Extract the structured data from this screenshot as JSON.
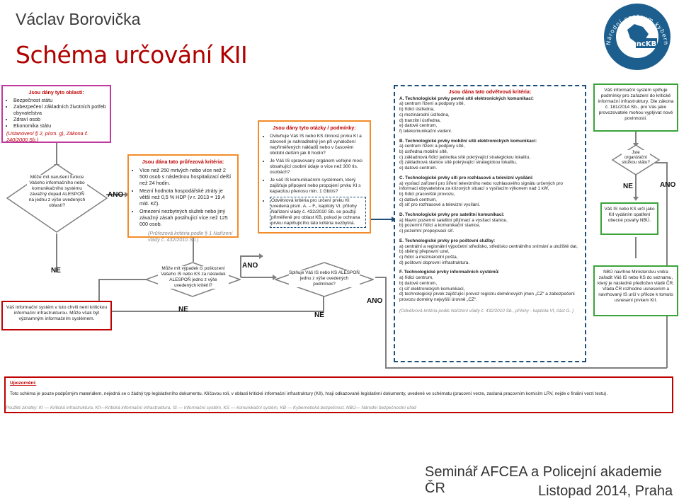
{
  "header": {
    "author": "Václav Borovička",
    "title": "Schéma určování KII"
  },
  "logo": {
    "text_ring": "Národní centrum kybernetické bezpečnosti",
    "badge": "ncKB"
  },
  "boxes": {
    "oblasti": {
      "head": "Jsou dány tyto oblasti:",
      "items": [
        "Bezpečnost státu",
        "Zabezpečení základních životních potřeb obyvatelstva",
        "Zdraví osob",
        "Ekonomika státu"
      ],
      "note": "(Ustanovení § 2, písm. g), Zákona č. 240/2000 Sb.)"
    },
    "muze_mit": {
      "text": "Může mít narušení funkce Vašeho informačního nebo komunikačního systému závažný dopad ALESPOŇ na jednu z výše uvedených oblastí?"
    },
    "prurezova": {
      "head": "Jsou dána tato průřezová kritéria:",
      "items": [
        "Více než 250 mrtvých nebo více než 2 500 osob s následnou hospitalizací delší než 24 hodin.",
        "Mezní hodnota hospodářské ztráty je větší než 0,5 % HDP (v r. 2013 = 19,4 mld. Kč).",
        "Omezení nezbytných služeb nebo jiný závažný zásah postihující více než 125 000 osob."
      ],
      "note": "(Průřezová kritéria podle § 1 Nařízení vlády č. 432/2010 Sb.)"
    },
    "otazky": {
      "head": "Jsou dány tyto otázky / podmínky:",
      "items": [
        "Ovlivňuje Váš IS nebo KS činnost prvku KI a zároveň je nahraditelný jen při vynaložení nepřiměřených nákladů nebo v časovém období delším jak 8 hodin?",
        "Je Váš IS spravovaný orgánem veřejné moci obsahující osobní údaje o více než 300 tis. osobách?",
        "Je váš IS komunikačním systémem, který zajišťuje připojení nebo propojení prvku KI s kapacitou přenosu min. 1 Gbit/s?",
        "Odvětvová kritéria pro určení prvku KI uvedená písm. A. – F., kapitoly VI. přílohy Nařízení vlády č. 432/2010 Sb. se použijí přiměřeně pro oblast KB, pokud je ochrana prvku naplňujícího tato kritéria nezbytná."
      ]
    },
    "odvetvova": {
      "head": "Jsou dána tato odvětvová kritéria:",
      "sections": [
        {
          "title": "A. Technologické prvky pevné sítě elektronických komunikací:",
          "items": [
            "a) centrum řízení a podpory sítě,",
            "b) řídicí ústředna,",
            "c) mezinárodní ústředna,",
            "d) tranzitní ústředna,",
            "e) datové centrum,",
            "f) telekomunikační vedení."
          ]
        },
        {
          "title": "B. Technologické prvky mobilní sítě elektronických komunikací:",
          "items": [
            "a) centrum řízení a podpory sítě,",
            "b) ústředna mobilní sítě,",
            "c) základnová řídicí jednotka sítě pokrývající strategickou lokalitu,",
            "d) základnová stanice sítě pokrývající strategickou lokalitu,",
            "e) datové centrum."
          ]
        },
        {
          "title": "C. Technologické prvky sítí pro rozhlasové a televizní vysílání:",
          "items": [
            "a) vysílací zařízení pro šíření televizního nebo rozhlasového signálu určených pro informaci obyvatelstva za krizových situací s vysílacím výkonem nad 1 kW,",
            "b) řídicí pracoviště provozu,",
            "c) datové centrum,",
            "d) síť pro rozhlasové a televizní vysílání."
          ]
        },
        {
          "title": "D. Technologické prvky pro satelitní komunikaci:",
          "items": [
            "a) hlavní pozemní satelitní přijímací a vysílací stanice,",
            "b) pozemní řídicí a komunikační stanice,",
            "c) pozemní propojovací síť."
          ]
        },
        {
          "title": "E. Technologické prvky pro poštovní služby:",
          "items": [
            "a) centrální a regionální výpočetní středisko, středisko centrálního snímání a uložiště dat,",
            "b) sběrný přepravní uzel,",
            "c) řídicí a mezinárodní pošta,",
            "d) poštovní doprovní infrastruktura."
          ]
        },
        {
          "title": "F. Technologické prvky informačních systémů:",
          "items": [
            "a) řídicí centrum,",
            "b) datové centrum,",
            "c) síť elektronických komunikací,",
            "d) technologický prvek zajišťující provoz registru doménových jmen „CZ“ a zabezpečení provozu domény nejvyšší úrovně „CZ“."
          ]
        }
      ],
      "note": "(Odvětvová kritéria podle Nařízení vlády č. 432/2010 Sb., přílohy - kapitola VI, část G. )"
    },
    "splnuje_podminky": {
      "text": "Váš informační systém splňuje podmínky pro zařazení do kritické informační infrastruktury. Dle zákona č. 181/2014 Sb., pro Vás jako provozovatele mohou vyplývat nové povinnosti."
    },
    "jste_org": {
      "text": "Jste organizační složkou státu?"
    },
    "vas_is_nebo": {
      "text": "Váš IS nebo KS určí jako KII vydáním opatření obecné povahy NBÚ."
    },
    "nbu_navrhne": {
      "text": "NBÚ navrhne Ministerstvu vnitra zařadit Váš IS nebo KS do seznamu, který je následně předložen vládě ČR. Vláda ČR rozhodne usnesením a navrhovaný IS určí v příloze k tomuto usnesení prvkem KII."
    },
    "muze_mit_vypadek": {
      "text": "Může mít výpadek či poškození Vašeho IS nebo KS za následek ALESPOŇ jedno z výše uvedených kritérií?"
    },
    "splnuje_is": {
      "text": "Splňuje Váš IS nebo KS ALESPOŇ jednu z výše uvedených podmínek?"
    },
    "vas_is_neni": {
      "text": "Váš informační systém v tuto chvíli není kritickou informační infrastrukturou. Může však být významným informačním systémem."
    },
    "upozorneni": {
      "head": "Upozornění:",
      "text": "Toto schéma je pouze podpůrným materiálem, nejedná se o žádný typ legislativního dokumentu. Klíčovou roli, v oblasti kritické informační infrastruktury (KII), hraji odkazované legislativní dokumenty, uvedené ve schématu (pracovní verze, zaslaná pracovním komisím LRV, nejde o finální verzi textu).",
      "abbr": "Použité zkratky: KI — Kritická infrastruktura, KII—Kritická informační infrastruktura, IS — Informační systém, KS — komunikační systém, KB — Kybernetická bezpečnost, NBÚ— Národní bezpečnostní úřad"
    }
  },
  "labels": {
    "ano": "ANO",
    "ne": "NE"
  },
  "footer": {
    "line1": "Seminář AFCEA a Policejní akademie ČR",
    "line2": "Listopad 2014, Praha"
  },
  "colors": {
    "red": "#c00000",
    "magenta": "#c0399e",
    "orange": "#f28c28",
    "blue": "#1f4e79",
    "green": "#3aa33a",
    "grey": "#7f7f7f"
  }
}
